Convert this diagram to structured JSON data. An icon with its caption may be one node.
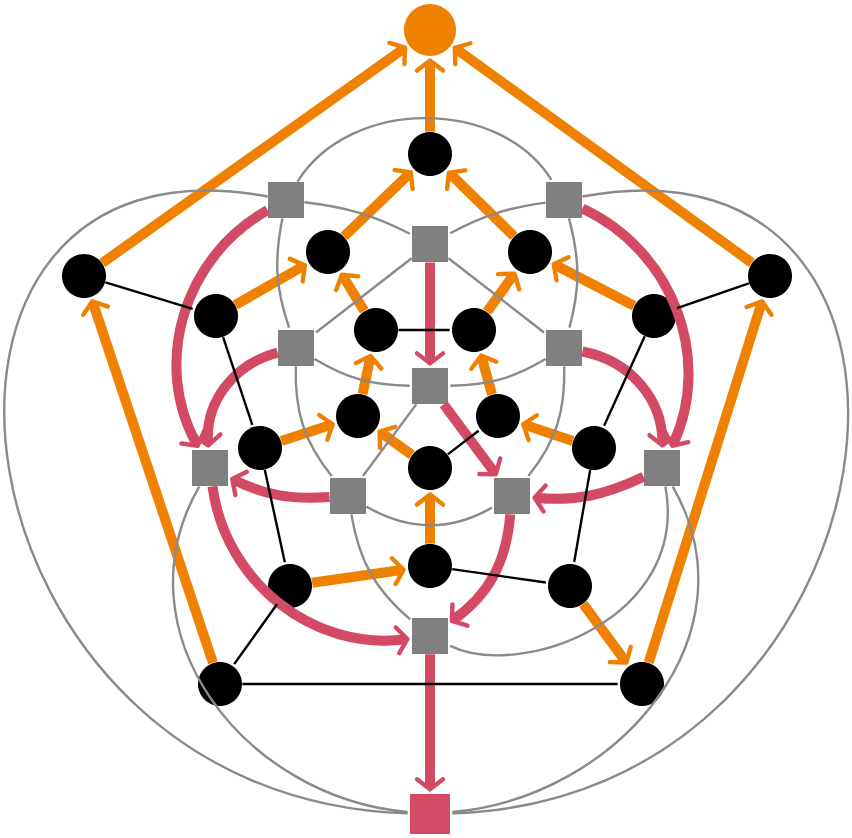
{
  "diagram": {
    "nodes": [
      {
        "text": [],
        "shape": "circle"
      },
      {
        "text": [],
        "shape": "circle"
      },
      {
        "text": [],
        "shape": "box"
      },
      {
        "text": [],
        "shape": "box"
      },
      {
        "text": [],
        "shape": "box"
      },
      {
        "text": [],
        "shape": "circle"
      },
      {
        "text": [],
        "shape": "circle"
      },
      {
        "text": [],
        "shape": "circle"
      },
      {
        "text": [],
        "shape": "circle"
      },
      {
        "text": [],
        "shape": "circle"
      },
      {
        "text": [],
        "shape": "circle"
      },
      {
        "text": [],
        "shape": "circle"
      },
      {
        "text": [],
        "shape": "circle"
      },
      {
        "text": [],
        "shape": "box"
      },
      {
        "text": [],
        "shape": "box"
      },
      {
        "text": [],
        "shape": "box"
      },
      {
        "text": [],
        "shape": "circle"
      },
      {
        "text": [],
        "shape": "circle"
      },
      {
        "text": [],
        "shape": "circle"
      },
      {
        "text": [],
        "shape": "circle"
      },
      {
        "text": [],
        "shape": "box"
      },
      {
        "text": [],
        "shape": "box"
      },
      {
        "text": [],
        "shape": "circle"
      },
      {
        "text": [],
        "shape": "box"
      },
      {
        "text": [],
        "shape": "box"
      },
      {
        "text": [],
        "shape": "circle"
      },
      {
        "text": [],
        "shape": "circle"
      },
      {
        "text": [],
        "shape": "circle"
      },
      {
        "text": [],
        "shape": "box"
      },
      {
        "text": [],
        "shape": "circle"
      },
      {
        "text": [],
        "shape": "circle"
      },
      {
        "text": [],
        "shape": "box"
      }
    ],
    "edges": [
      {
        "from": 1,
        "to": 0,
        "arrow": "to",
        "style": "thick",
        "color": "#f08000"
      },
      {
        "from": 7,
        "to": 0,
        "arrow": "to",
        "style": "thick",
        "color": "#f08000"
      },
      {
        "from": 8,
        "to": 0,
        "arrow": "to",
        "style": "thick",
        "color": "#f08000"
      },
      {
        "from": 29,
        "to": 7,
        "arrow": "to",
        "style": "thick",
        "color": "#f08000"
      },
      {
        "from": 30,
        "to": 8,
        "arrow": "to",
        "style": "thick",
        "color": "#f08000"
      },
      {
        "from": 5,
        "to": 1,
        "arrow": "to",
        "style": "thick",
        "color": "#f08000"
      },
      {
        "from": 6,
        "to": 1,
        "arrow": "to",
        "style": "thick",
        "color": "#f08000"
      },
      {
        "from": 9,
        "to": 5,
        "arrow": "to",
        "style": "thick",
        "color": "#f08000"
      },
      {
        "from": 10,
        "to": 6,
        "arrow": "to",
        "style": "thick",
        "color": "#f08000"
      },
      {
        "from": 11,
        "to": 5,
        "arrow": "to",
        "style": "thick",
        "color": "#f08000"
      },
      {
        "from": 12,
        "to": 6,
        "arrow": "to",
        "style": "thick",
        "color": "#f08000"
      },
      {
        "from": 16,
        "to": 11,
        "arrow": "to",
        "style": "thick",
        "color": "#f08000"
      },
      {
        "from": 17,
        "to": 12,
        "arrow": "to",
        "style": "thick",
        "color": "#f08000"
      },
      {
        "from": 18,
        "to": 16,
        "arrow": "to",
        "style": "thick",
        "color": "#f08000"
      },
      {
        "from": 19,
        "to": 17,
        "arrow": "to",
        "style": "thick",
        "color": "#f08000"
      },
      {
        "from": 22,
        "to": 16,
        "arrow": "to",
        "style": "thick",
        "color": "#f08000"
      },
      {
        "from": 25,
        "to": 22,
        "arrow": "to",
        "style": "thick",
        "color": "#f08000"
      },
      {
        "from": 26,
        "to": 25,
        "arrow": "to",
        "style": "thick",
        "color": "#f08000"
      },
      {
        "from": 27,
        "to": 30,
        "arrow": "to",
        "style": "thick",
        "color": "#f08000"
      },
      {
        "from": 4,
        "to": 15,
        "arrow": "to",
        "style": "thick",
        "color": "#d24a64"
      },
      {
        "from": 15,
        "to": 24,
        "arrow": "to",
        "style": "thick",
        "color": "#d24a64"
      },
      {
        "from": 2,
        "to": 20,
        "arrow": "to",
        "style": "thick",
        "color": "#d24a64"
      },
      {
        "from": 3,
        "to": 21,
        "arrow": "to",
        "style": "thick",
        "color": "#d24a64"
      },
      {
        "from": 13,
        "to": 20,
        "arrow": "to",
        "style": "thick",
        "color": "#d24a64"
      },
      {
        "from": 14,
        "to": 21,
        "arrow": "to",
        "style": "thick",
        "color": "#d24a64"
      },
      {
        "from": 23,
        "to": 20,
        "arrow": "to",
        "style": "thick",
        "color": "#d24a64"
      },
      {
        "from": 21,
        "to": 24,
        "arrow": "to",
        "style": "thick",
        "color": "#d24a64"
      },
      {
        "from": 24,
        "to": 28,
        "arrow": "to",
        "style": "thick",
        "color": "#d24a64"
      },
      {
        "from": 20,
        "to": 28,
        "arrow": "to",
        "style": "thick",
        "color": "#d24a64"
      },
      {
        "from": 28,
        "to": 31,
        "arrow": "to",
        "style": "thick",
        "color": "#d24a64"
      },
      {
        "from": 7,
        "to": 9,
        "arrow": "none",
        "color": "#000000"
      },
      {
        "from": 8,
        "to": 10,
        "arrow": "none",
        "color": "#000000"
      },
      {
        "from": 9,
        "to": 18,
        "arrow": "none",
        "color": "#000000"
      },
      {
        "from": 18,
        "to": 26,
        "arrow": "none",
        "color": "#000000"
      },
      {
        "from": 26,
        "to": 29,
        "arrow": "none",
        "color": "#000000"
      },
      {
        "from": 29,
        "to": 30,
        "arrow": "none",
        "color": "#000000"
      },
      {
        "from": 10,
        "to": 19,
        "arrow": "none",
        "color": "#000000"
      },
      {
        "from": 19,
        "to": 27,
        "arrow": "none",
        "color": "#000000"
      },
      {
        "from": 25,
        "to": 27,
        "arrow": "none",
        "color": "#000000"
      },
      {
        "from": 11,
        "to": 12,
        "arrow": "none",
        "color": "#000000"
      },
      {
        "from": 22,
        "to": 17,
        "arrow": "none",
        "color": "#000000"
      },
      {
        "from": 2,
        "to": 3,
        "arrow": "none",
        "color": "#8a8a8a"
      },
      {
        "from": 2,
        "to": 31,
        "arrow": "none",
        "color": "#8a8a8a"
      },
      {
        "from": 3,
        "to": 31,
        "arrow": "none",
        "color": "#8a8a8a"
      },
      {
        "from": 20,
        "to": 31,
        "arrow": "none",
        "color": "#8a8a8a"
      },
      {
        "from": 21,
        "to": 31,
        "arrow": "none",
        "color": "#8a8a8a"
      },
      {
        "from": 2,
        "to": 4,
        "arrow": "none",
        "color": "#8a8a8a"
      },
      {
        "from": 3,
        "to": 4,
        "arrow": "none",
        "color": "#8a8a8a"
      },
      {
        "from": 2,
        "to": 13,
        "arrow": "none",
        "color": "#8a8a8a"
      },
      {
        "from": 3,
        "to": 14,
        "arrow": "none",
        "color": "#8a8a8a"
      },
      {
        "from": 4,
        "to": 13,
        "arrow": "none",
        "color": "#8a8a8a"
      },
      {
        "from": 4,
        "to": 14,
        "arrow": "none",
        "color": "#8a8a8a"
      },
      {
        "from": 13,
        "to": 15,
        "arrow": "none",
        "color": "#8a8a8a"
      },
      {
        "from": 14,
        "to": 15,
        "arrow": "none",
        "color": "#8a8a8a"
      },
      {
        "from": 13,
        "to": 23,
        "arrow": "none",
        "color": "#8a8a8a"
      },
      {
        "from": 14,
        "to": 24,
        "arrow": "none",
        "color": "#8a8a8a"
      },
      {
        "from": 15,
        "to": 23,
        "arrow": "none",
        "color": "#8a8a8a"
      },
      {
        "from": 23,
        "to": 24,
        "arrow": "none",
        "color": "#8a8a8a"
      },
      {
        "from": 23,
        "to": 28,
        "arrow": "none",
        "color": "#8a8a8a"
      },
      {
        "from": 21,
        "to": 28,
        "arrow": "none",
        "color": "#8a8a8a"
      }
    ]
  }
}
